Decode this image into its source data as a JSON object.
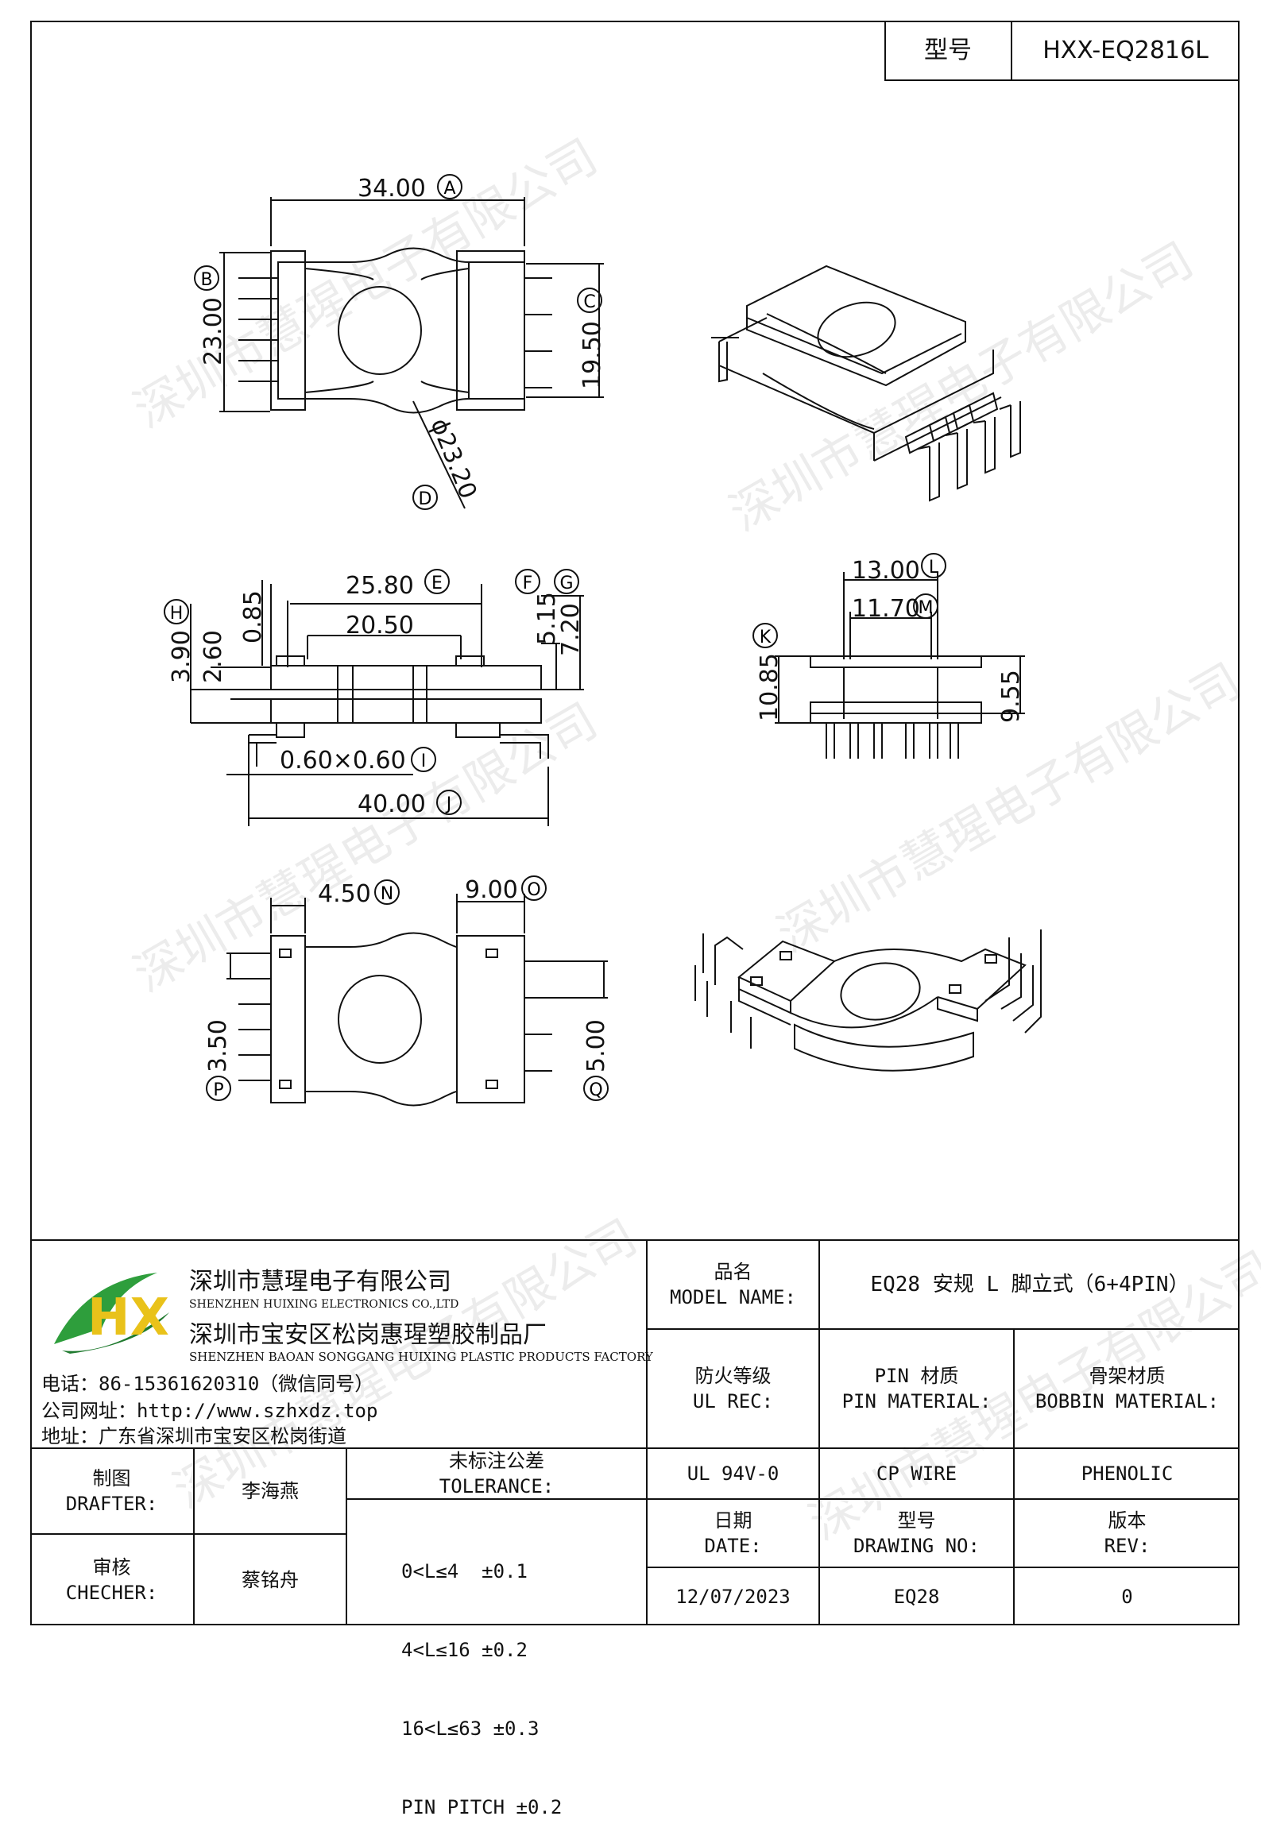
{
  "title_block": {
    "model_label": "型号",
    "model_value": "HXX-EQ2816L"
  },
  "dimensions": {
    "A": "34.00",
    "B": "23.00",
    "C": "19.50",
    "D": "ϕ23.20",
    "E": "25.80",
    "F": "5.15",
    "G": "7.20",
    "H": "3.90",
    "I": "0.60×0.60",
    "J": "40.00",
    "K": "10.85",
    "L": "13.00",
    "M": "11.70",
    "N": "4.50",
    "O": "9.00",
    "P": "3.50",
    "Q": "5.00",
    "inner_20": "20.50",
    "h_085": "0.85",
    "h_260": "2.60",
    "h_955": "9.55"
  },
  "markers": [
    "A",
    "B",
    "C",
    "D",
    "E",
    "F",
    "G",
    "H",
    "I",
    "J",
    "K",
    "L",
    "M",
    "N",
    "O",
    "P",
    "Q"
  ],
  "watermark": "深圳市慧瑆电子有限公司",
  "company": {
    "logo_text": "HX",
    "name_cn": "深圳市慧瑆电子有限公司",
    "name_en": "SHENZHEN HUIXING ELECTRONICS CO.,LTD",
    "factory_cn": "深圳市宝安区松岗惠瑆塑胶制品厂",
    "factory_en": "SHENZHEN BAOAN SONGGANG HUIXING PLASTIC PRODUCTS FACTORY",
    "phone": "电话：86-15361620310（微信同号）",
    "website": "公司网址：http://www.szhxdz.top",
    "address": "地址：广东省深圳市宝安区松岗街道"
  },
  "table": {
    "product_name_label_cn": "品名",
    "product_name_label_en": "MODEL NAME:",
    "product_name_value": "EQ28 安规 L 脚立式（6+4PIN）",
    "fire_label_cn": "防火等级",
    "fire_label_en": "UL REC:",
    "pin_label_cn": "PIN 材质",
    "pin_label_en": "PIN MATERIAL:",
    "bobbin_label_cn": "骨架材质",
    "bobbin_label_en": "BOBBIN MATERIAL:",
    "fire_value": "UL 94V-0",
    "pin_value": "CP WIRE",
    "bobbin_value": "PHENOLIC",
    "drafter_cn": "制图",
    "drafter_en": "DRAFTER:",
    "drafter_name": "李海燕",
    "checker_cn": "审核",
    "checker_en": "CHECHER:",
    "checker_name": "蔡铭舟",
    "tolerance_cn": "未标注公差",
    "tolerance_en": "TOLERANCE:",
    "tolerance_rows": [
      "0<L≤4  ±0.1",
      "4<L≤16 ±0.2",
      "16<L≤63 ±0.3",
      "PIN PITCH ±0.2"
    ],
    "date_cn": "日期",
    "date_en": "DATE:",
    "drawing_no_cn": "型号",
    "drawing_no_en": "DRAWING NO:",
    "rev_cn": "版本",
    "rev_en": "REV:",
    "date_value": "12/07/2023",
    "drawing_no_value": "EQ28",
    "rev_value": "0"
  }
}
